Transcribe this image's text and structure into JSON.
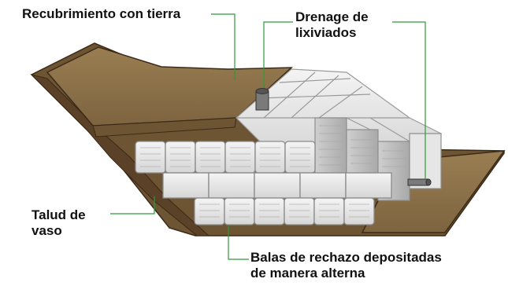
{
  "labels": {
    "cover": "Recubrimiento con tierra",
    "drainage": [
      "Drenage de",
      "lixiviados"
    ],
    "slope": [
      "Talud de",
      "vaso"
    ],
    "bales": [
      "Balas de rechazo depositadas",
      "de manera alterna"
    ]
  },
  "colors": {
    "soil_top": "#8a7046",
    "soil_side": "#6d5533",
    "soil_dark": "#5a4127",
    "bale_front": "#ececec",
    "bale_top": "#dcdcdc",
    "bale_side": "#b9b9b9",
    "leader_line": "#2e9a3a",
    "text": "#111111"
  },
  "icons": {
    "drain_pipe": "pipe-icon"
  }
}
